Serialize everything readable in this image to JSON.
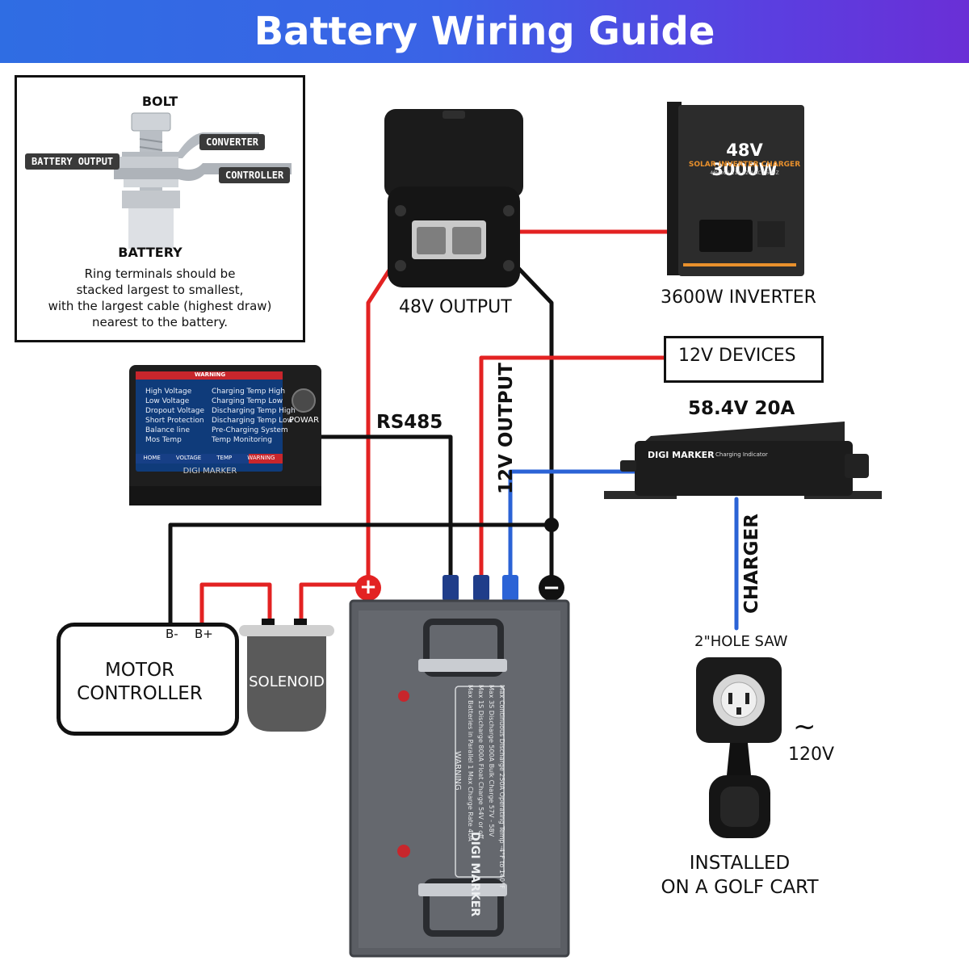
{
  "title": "Battery Wiring Guide",
  "colors": {
    "wire_positive": "#e32222",
    "wire_negative": "#111111",
    "wire_signal": "#2b63d6",
    "banner_start": "#2f6de3",
    "banner_end": "#6a2fd6",
    "battery_body": "#5b5e64",
    "accent_orange": "#e8902c"
  },
  "bolt_stack": {
    "bolt_label": "BOLT",
    "converter_label": "CONVERTER",
    "battery_output_label": "BATTERY OUTPUT",
    "controller_label": "CONTROLLER",
    "battery_label": "BATTERY",
    "note_lines": [
      "Ring terminals should be",
      "stacked largest to smallest,",
      "with the largest cable (highest draw)",
      "nearest to the battery."
    ]
  },
  "output_48v": {
    "label": "48V OUTPUT"
  },
  "inverter": {
    "label": "3600W INVERTER",
    "device_title": "48V 3000W",
    "device_subtitle": "SOLAR INVERTER CHARGER",
    "device_spec": "48VDC | 110-120VAC | 60HZ"
  },
  "devices_12v": {
    "label": "12V DEVICES"
  },
  "output_12v": {
    "label": "12V OUTPUT"
  },
  "rs485": {
    "label": "RS485"
  },
  "charger": {
    "rating": "58.4V 20A",
    "brand": "DIGI MARKER",
    "indicator": "Charging Indicator",
    "wire_label": "CHARGER"
  },
  "monitor": {
    "power_label": "POWAR",
    "brand": "DIGI MARKER",
    "header": "WARNING",
    "warnings_left": [
      "High Voltage",
      "Low Voltage",
      "Dropout Voltage",
      "Short Protection",
      "Balance line",
      "Mos Temp"
    ],
    "warnings_right": [
      "Charging Temp High",
      "Charging Temp Low",
      "Discharging Temp High",
      "Discharging Temp Low",
      "Pre-Charging System",
      "Temp Monitoring"
    ],
    "tabs": [
      "HOME",
      "VOLTAGE",
      "TEMP",
      "WARNING"
    ]
  },
  "motor_controller": {
    "label_line1": "MOTOR",
    "label_line2": "CONTROLLER",
    "b_minus": "B-",
    "b_plus": "B+"
  },
  "solenoid": {
    "label": "SOLENOID"
  },
  "battery": {
    "brand": "DIGI MARKER",
    "plus": "+",
    "minus": "−",
    "spec_lines": [
      "Max Continuous Discharge  250A     Operating Temp  -4°F to 140°F",
      "Max 3S Discharge  500A     Bulk Charge  57V - 58V",
      "Max 1S Discharge  800A     Float Charge  54V or off",
      "Max Batteries in Parallel  1     Max Charge Rate  40A"
    ],
    "warning": "WARNING"
  },
  "inlet": {
    "hole_label": "2\"HOLE SAW",
    "voltage": "120V",
    "tilde": "~",
    "installed_line1": "INSTALLED",
    "installed_line2": "ON A GOLF CART"
  }
}
